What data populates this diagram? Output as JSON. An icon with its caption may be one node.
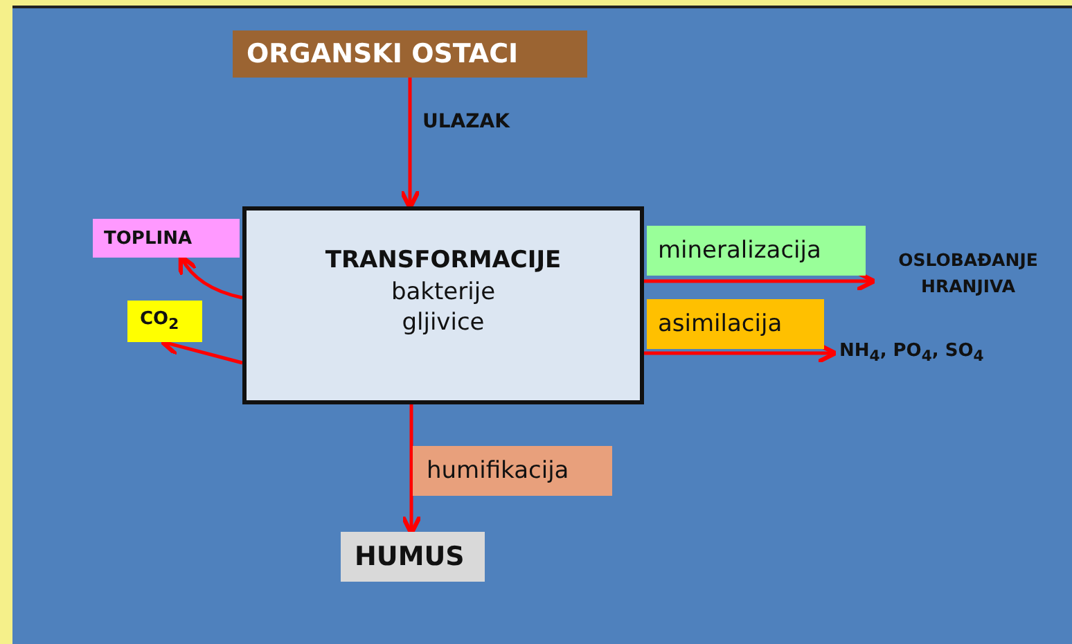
{
  "diagram": {
    "nodes": [
      {
        "text": [
          "ORGANSKI OSTACI"
        ]
      },
      {
        "text": [
          "TRANSFORMACIJE",
          "bakterije gljivice"
        ]
      },
      {
        "text": [
          "TOPLINA"
        ]
      },
      {
        "text": [
          "CO$_{2}$"
        ]
      },
      {
        "text": [
          "OSLOBAĐANJE HRANJIVA"
        ]
      },
      {
        "text": [
          "NH$_{4}$, PO$_{4}$, SO$_{4}$"
        ]
      },
      {
        "text": [
          "HUMUS"
        ]
      },
      {
        "text": [
          "mineralizacija"
        ]
      },
      {
        "text": [
          "asimilacija"
        ]
      },
      {
        "text": [
          "humifikacija"
        ]
      }
    ],
    "edges": [
      {
        "from": 0,
        "to": 1,
        "arrow": "to",
        "label": "ULAZAK"
      },
      {
        "from": 1,
        "to": 2,
        "arrow": "to"
      },
      {
        "from": 1,
        "to": 3,
        "arrow": "to"
      },
      {
        "from": 1,
        "to": 4,
        "arrow": "to"
      },
      {
        "from": 1,
        "to": 5,
        "arrow": "to"
      },
      {
        "from": 1,
        "to": 6,
        "arrow": "to"
      }
    ]
  }
}
